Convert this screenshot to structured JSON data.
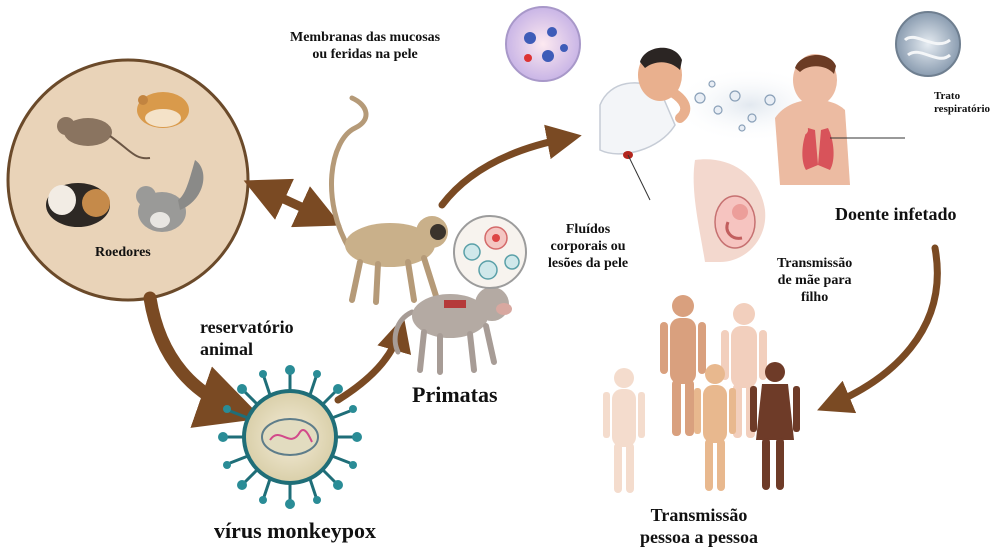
{
  "labels": {
    "mucosa": [
      "Membranas das mucosas",
      "ou feridas na pele"
    ],
    "trato": [
      "Trato",
      "respiratório"
    ],
    "roedores": "Roedores",
    "reservatorio": [
      "reservatório",
      "animal"
    ],
    "fluidos": [
      "Fluídos",
      "corporais ou",
      "lesões da pele"
    ],
    "doente": "Doente infetado",
    "mae_filho": [
      "Transmissão",
      "de mãe para",
      "filho"
    ],
    "primatas": "Primatas",
    "virus": "vírus monkeypox",
    "pessoa": [
      "Transmissão",
      "pessoa a pessoa"
    ]
  },
  "colors": {
    "arrow": "#7a4a23",
    "rodent_circle": "#e9d3b8",
    "rodent_border": "#6b4a2a",
    "virus_shell": "#1f6e78",
    "skin_light": "#f2cfbd",
    "skin_mid": "#d9a07e",
    "skin_dark": "#6e3b28"
  },
  "icons": [
    "rodents-illustration",
    "monkey-icon",
    "baboon-icon",
    "virus-particle-icon",
    "coughing-people-illustration",
    "pregnancy-icon",
    "human-figures-illustration"
  ]
}
